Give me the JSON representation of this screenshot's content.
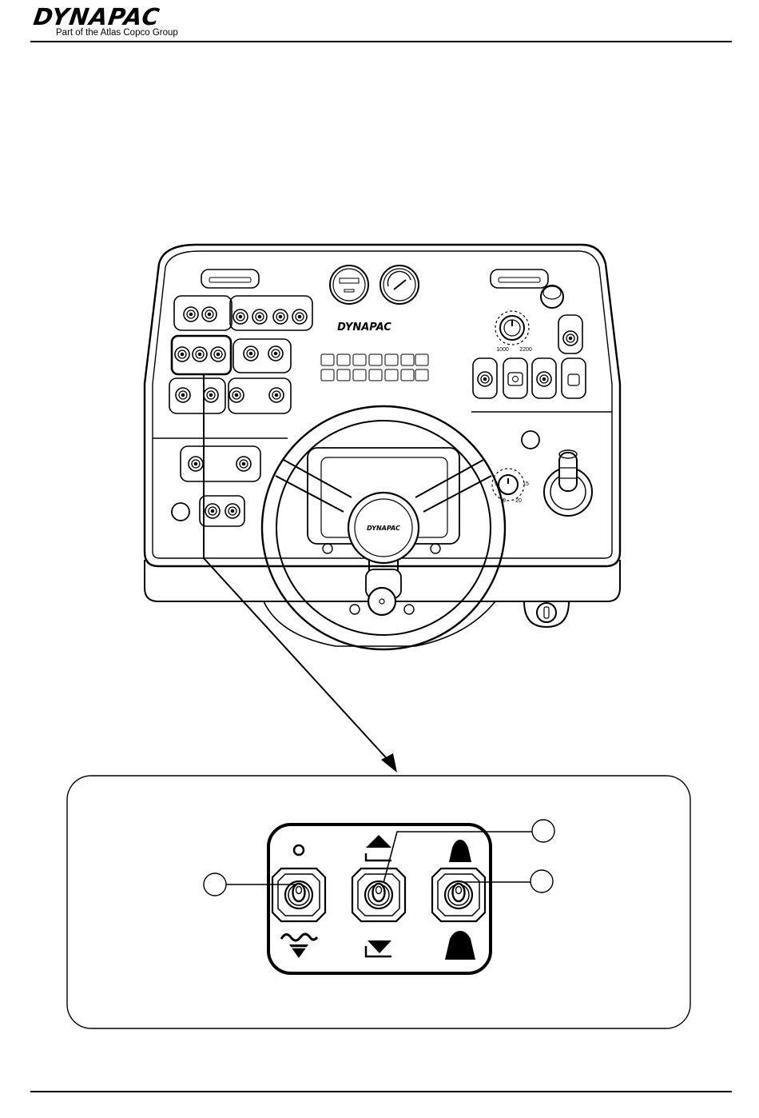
{
  "header": {
    "logo_text": "DYNAPAC",
    "subtitle": "Part of the Atlas Copco Group"
  },
  "panel": {
    "brand_text": "DYNAPAC",
    "knob1_min": "1000",
    "knob1_max": "2200",
    "knob2_labels": [
      "5",
      "15",
      "0",
      "20"
    ],
    "hub_text": "DYNAPAC"
  },
  "detail": {
    "callouts": [
      "",
      "",
      ""
    ]
  }
}
